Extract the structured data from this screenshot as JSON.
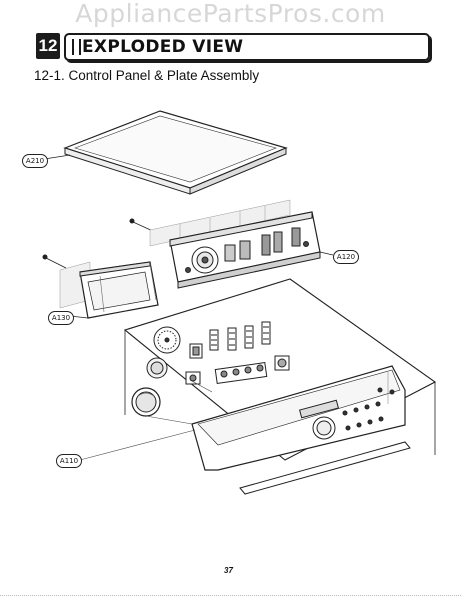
{
  "watermark": "AppliancePartsPros.com",
  "header": {
    "section_number": "12",
    "title": "EXPLODED VIEW"
  },
  "subtitle": "12-1. Control Panel & Plate Assembly",
  "callouts": {
    "a210": "A210",
    "a120": "A120",
    "a130": "A130",
    "a110": "A110"
  },
  "page_number": "37"
}
